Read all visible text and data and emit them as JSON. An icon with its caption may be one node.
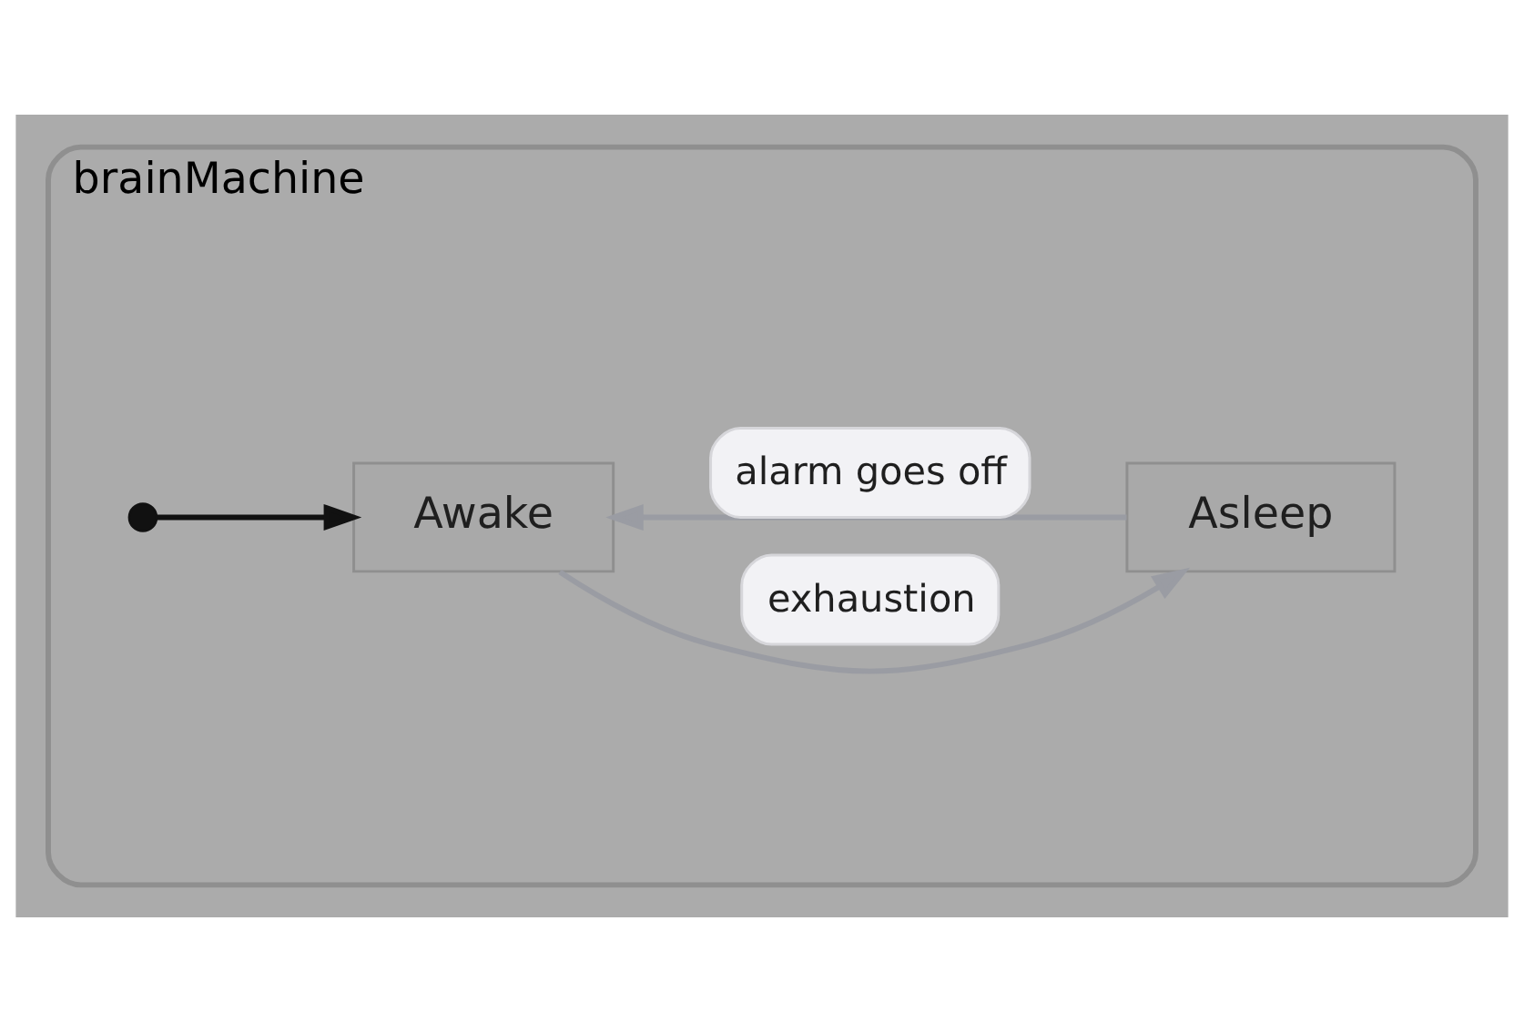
{
  "diagram": {
    "nodes": [
      {
        "text": [
          "brainMachine"
        ]
      },
      {
        "text": [],
        "shape": "circle",
        "in": 0
      },
      {
        "text": [
          "Awake"
        ],
        "in": 0
      },
      {
        "text": [
          "Asleep"
        ],
        "in": 0
      }
    ],
    "edges": [
      {
        "from": 1,
        "to": 2,
        "arrow": "to",
        "color": "#111111"
      },
      {
        "from": 3,
        "to": 2,
        "arrow": "to",
        "label": "alarm goes off"
      },
      {
        "from": 2,
        "to": 3,
        "arrow": "to",
        "label": "exhaustion"
      }
    ]
  }
}
